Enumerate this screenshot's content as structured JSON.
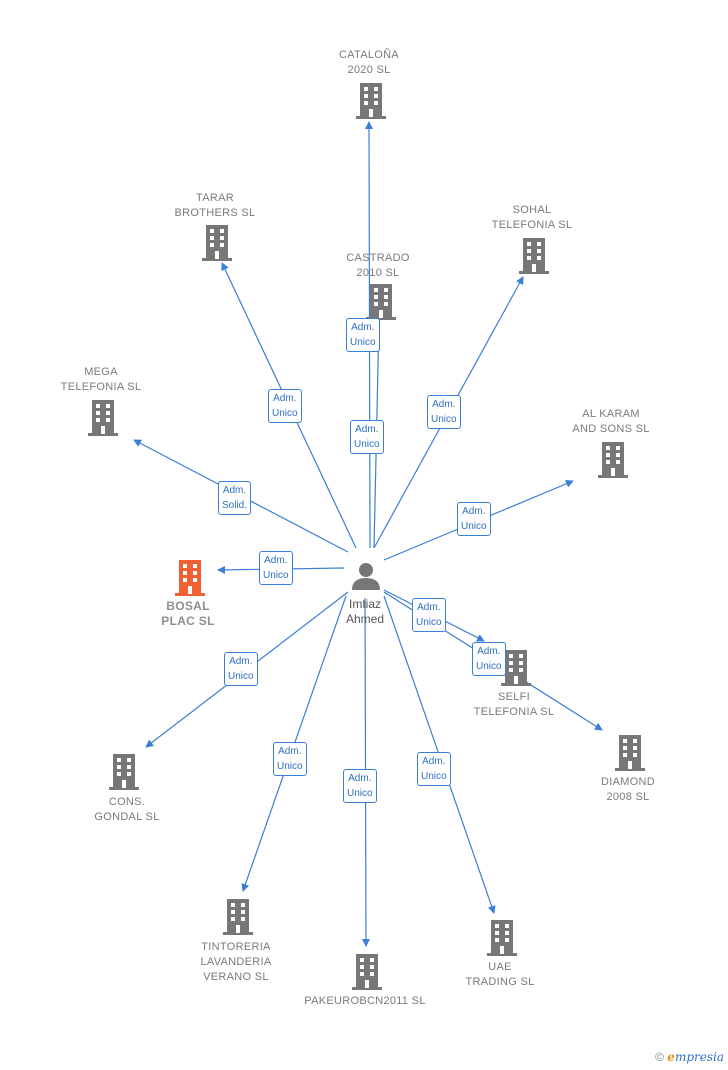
{
  "center": {
    "name": "Imtiaz\nAhmed",
    "icon": "person-icon"
  },
  "colors": {
    "edge": "#3a7fd5",
    "building": "#777777",
    "highlight": "#f06030"
  },
  "nodes": [
    {
      "id": "cataluna",
      "label": "CATALOÑA\n2020  SL",
      "highlight": false,
      "edge_label": "Adm.\nUnico"
    },
    {
      "id": "tarar",
      "label": "TARAR\nBROTHERS  SL",
      "highlight": false,
      "edge_label": "Adm.\nUnico"
    },
    {
      "id": "castrado",
      "label": "CASTRADO\n2010  SL",
      "highlight": false,
      "edge_label": "Adm.\nUnico"
    },
    {
      "id": "sohal",
      "label": "SOHAL\nTELEFONIA  SL",
      "highlight": false,
      "edge_label": "Adm.\nUnico"
    },
    {
      "id": "mega",
      "label": "MEGA\nTELEFONIA  SL",
      "highlight": false,
      "edge_label": "Adm.\nSolid."
    },
    {
      "id": "alkaram",
      "label": "AL KARAM\nAND SONS SL",
      "highlight": false,
      "edge_label": "Adm.\nUnico"
    },
    {
      "id": "bosal",
      "label": "BOSAL\nPLAC  SL",
      "highlight": true,
      "edge_label": "Adm.\nUnico"
    },
    {
      "id": "selfi",
      "label": "SELFI\nTELEFONIA  SL",
      "highlight": false,
      "edge_label": "Adm.\nUnico"
    },
    {
      "id": "diamond",
      "label": "DIAMOND\n2008 SL",
      "highlight": false,
      "edge_label": "Adm.\nUnico"
    },
    {
      "id": "cons",
      "label": "CONS.\nGONDAL  SL",
      "highlight": false,
      "edge_label": "Adm.\nUnico"
    },
    {
      "id": "tintoreria",
      "label": "TINTORERIA\nLAVANDERIA\nVERANO SL",
      "highlight": false,
      "edge_label": "Adm.\nUnico"
    },
    {
      "id": "pakeuro",
      "label": "PAKEUROBCN2011 SL",
      "highlight": false,
      "edge_label": "Adm.\nUnico"
    },
    {
      "id": "uae",
      "label": "UAE\nTRADING  SL",
      "highlight": false,
      "edge_label": "Adm.\nUnico"
    }
  ],
  "watermark": {
    "symbol": "©",
    "brand_first": "e",
    "brand_rest": "mpresia"
  }
}
